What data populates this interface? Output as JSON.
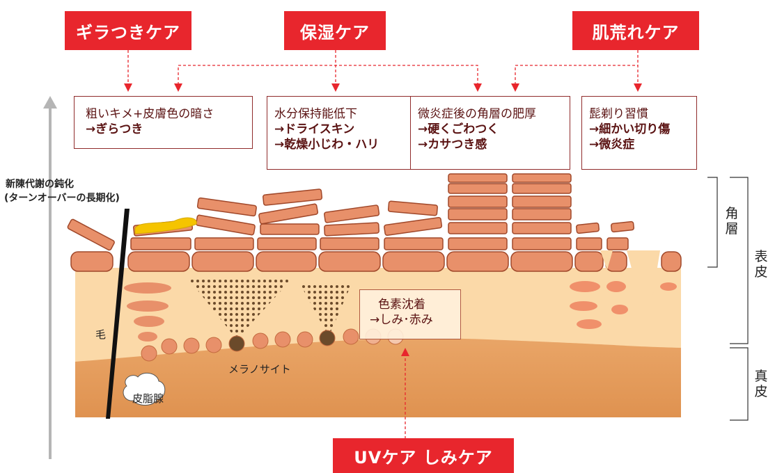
{
  "headers": {
    "oily": "ギラつきケア",
    "moisture": "保湿ケア",
    "rough": "肌荒れケア",
    "uv": "UVケア しみケア"
  },
  "boxes": {
    "texture": {
      "line1": "粗いキメ+皮膚色の暗さ",
      "line2": "→ぎらつき"
    },
    "water": {
      "line1": "水分保持能低下",
      "line2": "→ドライスキン",
      "line3": "→乾燥小じわ・ハリ"
    },
    "thick": {
      "line1": "微炎症後の角層の肥厚",
      "line2": "→硬くごわつく",
      "line3": "→カサつき感"
    },
    "shave": {
      "line1": "髭剃り習慣",
      "line2": "→細かい切り傷",
      "line3": "→微炎症"
    },
    "pigment": {
      "line1": "色素沈着",
      "line2": "→しみ･赤み"
    }
  },
  "side": {
    "turnover_line1": "新陳代謝の鈍化",
    "turnover_line2": "(ターンオーバーの長期化)"
  },
  "labels": {
    "hair": "毛",
    "melanocyte": "メラノサイト",
    "sebaceous": "皮脂腺",
    "stratum": "角層",
    "epidermis": "表皮",
    "dermis": "真皮"
  },
  "colors": {
    "accent_red": "#e8262d",
    "box_border": "#8f2a2a",
    "cell": "#e8906a",
    "epidermis": "#fbd9a8",
    "dermis": "#e39a55"
  }
}
